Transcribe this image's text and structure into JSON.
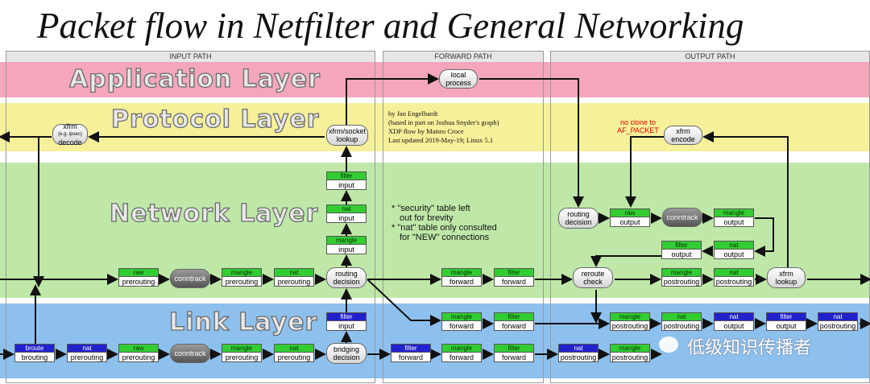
{
  "title": "Packet flow in Netfilter and General Networking",
  "columns": {
    "input": "INPUT PATH",
    "forward": "FORWARD PATH",
    "output": "OUTPUT PATH"
  },
  "layers": {
    "application": "Application Layer",
    "protocol": "Protocol Layer",
    "network": "Network Layer",
    "link": "Link Layer"
  },
  "colors": {
    "application_band": "#f4a6bb",
    "protocol_band": "#f6f09a",
    "network_band": "#bfe8a8",
    "link_band": "#8ec0ee",
    "table_green": "#33cc33",
    "table_blue": "#2222cc"
  },
  "credits": [
    "by Jan Engelhardt",
    "(based in part on Joshua Snyder's graph)",
    "XDP flow by Matteo Croce",
    "Last updated 2019-May-19; Linux 5.1"
  ],
  "notes": [
    "* \"security\" table left",
    "out for brevity",
    "* \"nat\" table only consulted",
    "for \"NEW\" connections"
  ],
  "red_note": [
    "no clone to",
    "AF_PACKET"
  ],
  "nodes": {
    "local_process": [
      "local",
      "process"
    ],
    "xfrm_decode": [
      "xfrm",
      "(e.g. ipsec)",
      "decode"
    ],
    "xfrm_socket_lookup": [
      "xfrm/socket",
      "lookup"
    ],
    "xfrm_encode": [
      "xfrm",
      "encode"
    ],
    "routing_decision_out": [
      "routing",
      "decision"
    ],
    "conntrack_out": "conntrack",
    "routing_decision_in": [
      "routing",
      "decision"
    ],
    "reroute_check": [
      "reroute",
      "check"
    ],
    "xfrm_lookup": [
      "xfrm",
      "lookup"
    ],
    "conntrack_pre": "conntrack",
    "conntrack_link": "conntrack",
    "bridging_decision": [
      "bridging",
      "decision"
    ]
  },
  "tables": {
    "filter_input_net": [
      "filter",
      "input"
    ],
    "nat_input_net": [
      "nat",
      "input"
    ],
    "mangle_input_net": [
      "mangle",
      "input"
    ],
    "raw_prerouting": [
      "raw",
      "prerouting"
    ],
    "mangle_prerouting": [
      "mangle",
      "prerouting"
    ],
    "nat_prerouting": [
      "nat",
      "prerouting"
    ],
    "mangle_forward_net": [
      "mangle",
      "forward"
    ],
    "filter_forward_net": [
      "filter",
      "forward"
    ],
    "raw_output": [
      "raw",
      "output"
    ],
    "mangle_output": [
      "mangle",
      "output"
    ],
    "filter_output_net": [
      "filter",
      "output"
    ],
    "nat_output_net": [
      "nat",
      "output"
    ],
    "mangle_postrouting_net": [
      "mangle",
      "postrouting"
    ],
    "nat_postrouting_net": [
      "nat",
      "postrouting"
    ],
    "filter_input_link": [
      "filter",
      "input"
    ],
    "mangle_forward_link": [
      "mangle",
      "forward"
    ],
    "filter_forward_link": [
      "filter",
      "forward"
    ],
    "mangle_postrouting_link": [
      "mangle",
      "postrouting"
    ],
    "nat_postrouting_link": [
      "nat",
      "postrouting"
    ],
    "nat_output_link": [
      "nat",
      "output"
    ],
    "filter_output_link": [
      "filter",
      "output"
    ],
    "nat_postrouting_link2": [
      "nat",
      "postrouting"
    ],
    "broute_brouting": [
      "broute",
      "brouting"
    ],
    "nat_prerouting_link": [
      "nat",
      "prerouting"
    ],
    "raw_prerouting_link": [
      "raw",
      "prerouting"
    ],
    "mangle_prerouting_link": [
      "mangle",
      "prerouting"
    ],
    "nat_prerouting_link2": [
      "nat",
      "prerouting"
    ],
    "filter_forward_bottom": [
      "filter",
      "forward"
    ],
    "mangle_forward_bottom": [
      "mangle",
      "forward"
    ],
    "filter_forward_bottom2": [
      "filter",
      "forward"
    ],
    "nat_postrouting_bottom": [
      "nat",
      "postrouting"
    ],
    "mangle_postrouting_bottom": [
      "mangle",
      "postrouting"
    ]
  },
  "watermark": "低级知识传播者"
}
